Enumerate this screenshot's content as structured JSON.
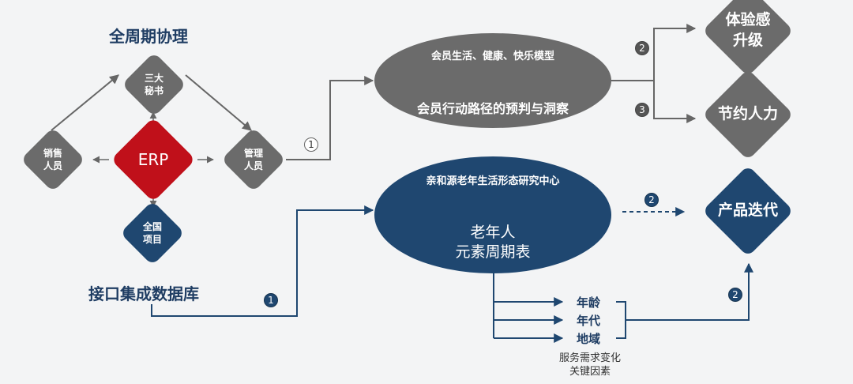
{
  "left_title": "全周期协理",
  "nodes": {
    "secretary": "三大\n秘书",
    "sales": "销售\n人员",
    "erp": "ERP",
    "manager": "管理\n人员",
    "national": "全国\n项目"
  },
  "interface_label": "接口集成数据库",
  "top_ellipse": {
    "line1": "会员生活、健康、快乐模型",
    "line2": "会员行动路径的预判与洞察"
  },
  "bottom_ellipse": {
    "line1": "亲和源老年生活形态研究中心",
    "line2": "老年人\n元素周期表"
  },
  "outcomes": {
    "experience": "体验感\n升级",
    "save_labor": "节约人力",
    "iteration": "产品迭代"
  },
  "badges": {
    "b1_top": "1",
    "b1_bottom": "1",
    "b2_top": "2",
    "b3": "3",
    "b2_mid": "2",
    "b2_right": "2"
  },
  "factors": [
    "年龄",
    "年代",
    "地域"
  ],
  "factors_note": "服务需求变化\n关键因素",
  "colors": {
    "grey": "#6b6b6b",
    "red": "#c0101a",
    "navy": "#1f4770",
    "title": "#1f3d63"
  }
}
